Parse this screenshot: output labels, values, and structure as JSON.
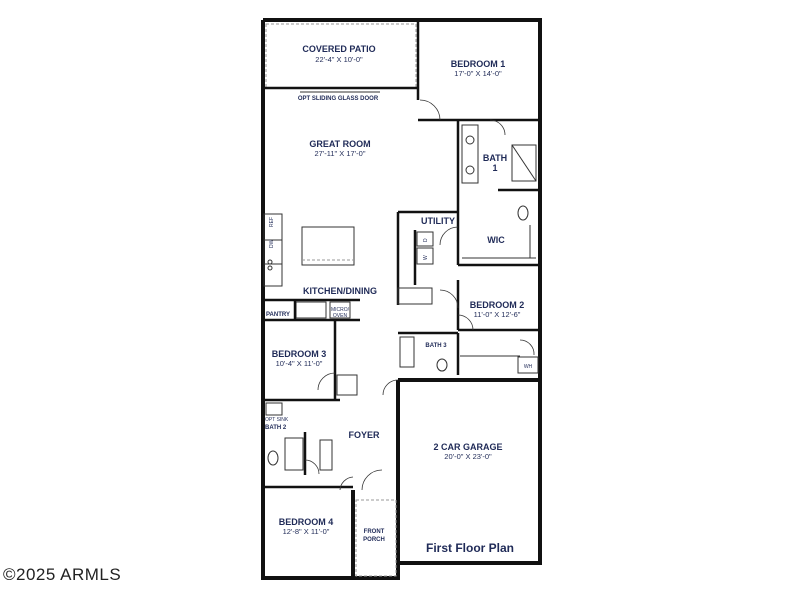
{
  "plan_title": "First Floor Plan",
  "watermark": "©2025 ARMLS",
  "rooms": {
    "covered_patio": {
      "name": "COVERED PATIO",
      "dims": "22'-4\" X 10'-0\""
    },
    "bedroom1": {
      "name": "BEDROOM 1",
      "dims": "17'-0\" X 14'-0\""
    },
    "great_room": {
      "name": "GREAT ROOM",
      "dims": "27'-11\" X 17'-0\""
    },
    "bath1": {
      "name": "BATH",
      "num": "1"
    },
    "utility": {
      "name": "UTILITY"
    },
    "wic": {
      "name": "WIC"
    },
    "kitchen": {
      "name": "KITCHEN/DINING"
    },
    "pantry": {
      "name": "PANTRY"
    },
    "bedroom2": {
      "name": "BEDROOM 2",
      "dims": "11'-0\" X 12'-6\""
    },
    "bath3": {
      "name": "BATH 3"
    },
    "bedroom3": {
      "name": "BEDROOM 3",
      "dims": "10'-4\" X 11'-0\""
    },
    "bath2": {
      "name": "BATH 2"
    },
    "foyer": {
      "name": "FOYER"
    },
    "garage": {
      "name": "2 CAR GARAGE",
      "dims": "20'-0\" X 23'-0\""
    },
    "bedroom4": {
      "name": "BEDROOM 4",
      "dims": "12'-8\" X 11'-0\""
    },
    "front_porch": {
      "name1": "FRONT",
      "name2": "PORCH"
    }
  },
  "labels": {
    "sliding_door": "OPT SLIDING GLASS DOOR",
    "opt_sink": "OPT SINK",
    "dw": "DW",
    "ref": "REF",
    "micro1": "MICRO/",
    "micro2": "OVEN",
    "wh": "WH",
    "washer": "W",
    "dryer": "D"
  }
}
